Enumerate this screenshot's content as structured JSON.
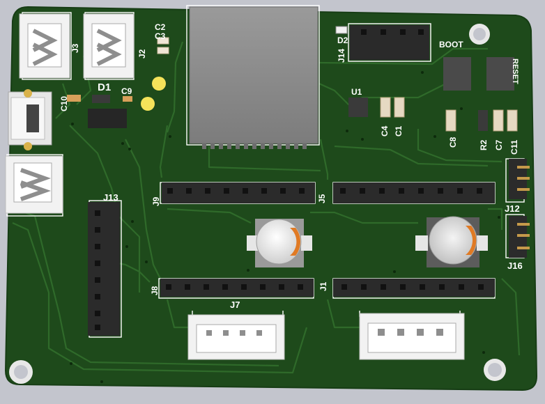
{
  "board": {
    "colors": {
      "background": "#c3c5cd",
      "substrate": "#1f4d1c",
      "copper": "#2f6a2a",
      "silkscreen": "#ffffff",
      "pad": "#d9b24a",
      "header": "#2b2b2b",
      "pin": "#111111"
    },
    "labels": {
      "J3": "J3",
      "C2": "C2",
      "C3": "C3",
      "J2": "J2",
      "D1": "D1",
      "C9": "C9",
      "C10": "C10",
      "U1": "U1",
      "C4": "C4",
      "C1": "C1",
      "C8": "C8",
      "R2": "R2",
      "C7": "C7",
      "C11": "C11",
      "J14": "J14",
      "D2": "D2",
      "BOOT": "BOOT",
      "RESET": "RESET",
      "J13": "J13",
      "J9": "J9",
      "J5": "J5",
      "J8": "J8",
      "J1": "J1",
      "J7": "J7",
      "J12": "J12",
      "J16": "J16"
    }
  }
}
